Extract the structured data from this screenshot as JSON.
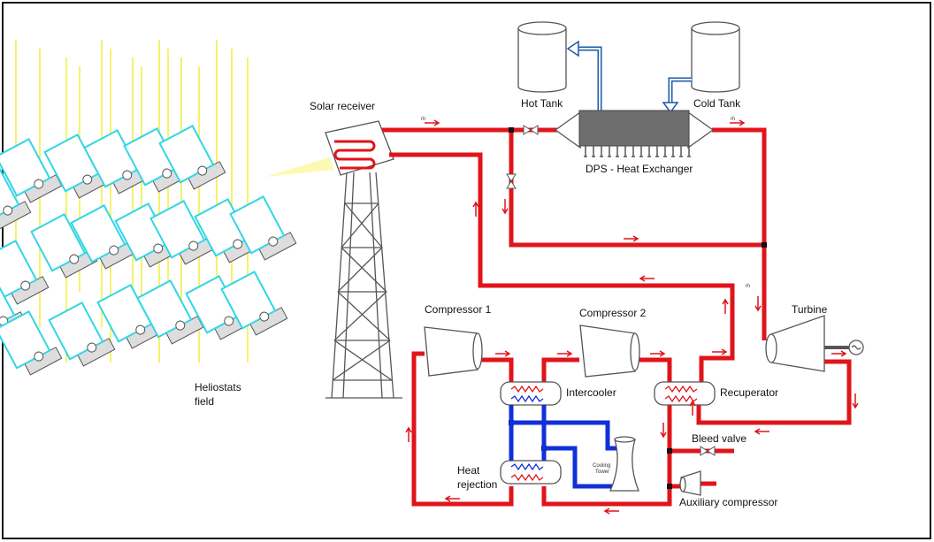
{
  "labels": {
    "solar_receiver": "Solar receiver",
    "hot_tank": "Hot Tank",
    "cold_tank": "Cold Tank",
    "heat_exchanger": "DPS - Heat Exchanger",
    "compressor1": "Compressor 1",
    "compressor2": "Compressor 2",
    "turbine": "Turbine",
    "intercooler": "Intercooler",
    "recuperator": "Recuperator",
    "bleed_valve": "Bleed valve",
    "heat_rejection_1": "Heat",
    "heat_rejection_2": "rejection",
    "auxiliary_compressor": "Auxiliary compressor",
    "cooling_tower_1": "Cooling",
    "cooling_tower_2": "Tower",
    "heliostats_1": "Heliostats",
    "heliostats_2": "field",
    "mass_flow": "ṁ"
  },
  "colors": {
    "hot_pipe": "#e0141b",
    "cooling_pipe": "#1030d8",
    "storage_pipe": "#1a5aa8",
    "heliostat": "#33d6e6",
    "sun_ray": "#f2ee3a",
    "heat_exchanger_body": "#6e6e6e"
  }
}
